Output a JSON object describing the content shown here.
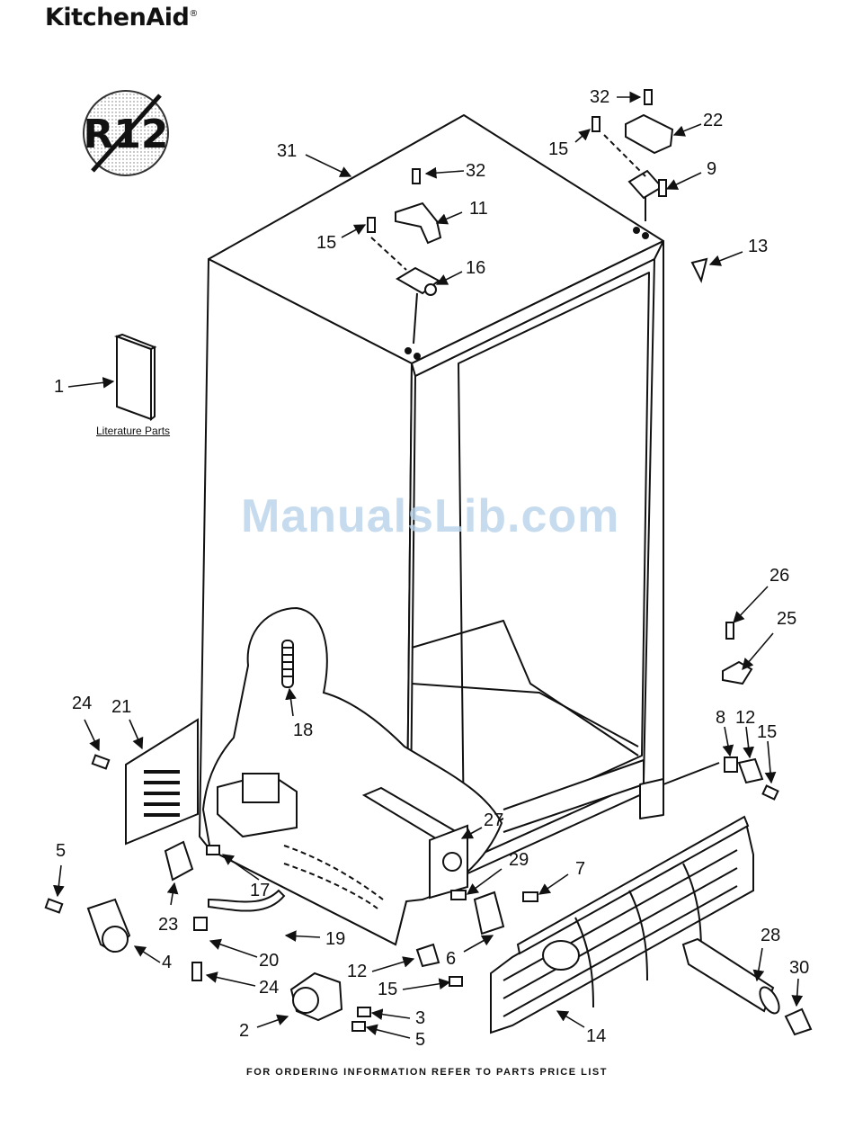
{
  "brand": {
    "name": "KitchenAid",
    "mark": "®"
  },
  "badge_text": "R12",
  "literature_label": "Literature Parts",
  "watermark": "ManualsLib.com",
  "footer": "FOR ORDERING INFORMATION REFER TO PARTS PRICE LIST",
  "callouts": [
    {
      "id": "32a",
      "text": "32"
    },
    {
      "id": "22",
      "text": "22"
    },
    {
      "id": "15a",
      "text": "15"
    },
    {
      "id": "9",
      "text": "9"
    },
    {
      "id": "31",
      "text": "31"
    },
    {
      "id": "32b",
      "text": "32"
    },
    {
      "id": "11",
      "text": "11"
    },
    {
      "id": "15b",
      "text": "15"
    },
    {
      "id": "16",
      "text": "16"
    },
    {
      "id": "13",
      "text": "13"
    },
    {
      "id": "1",
      "text": "1"
    },
    {
      "id": "26",
      "text": "26"
    },
    {
      "id": "25",
      "text": "25"
    },
    {
      "id": "24a",
      "text": "24"
    },
    {
      "id": "21",
      "text": "21"
    },
    {
      "id": "18",
      "text": "18"
    },
    {
      "id": "8",
      "text": "8"
    },
    {
      "id": "12a",
      "text": "12"
    },
    {
      "id": "15c",
      "text": "15"
    },
    {
      "id": "27",
      "text": "27"
    },
    {
      "id": "5a",
      "text": "5"
    },
    {
      "id": "29",
      "text": "29"
    },
    {
      "id": "7",
      "text": "7"
    },
    {
      "id": "17",
      "text": "17"
    },
    {
      "id": "28",
      "text": "28"
    },
    {
      "id": "23",
      "text": "23"
    },
    {
      "id": "19",
      "text": "19"
    },
    {
      "id": "6",
      "text": "6"
    },
    {
      "id": "30",
      "text": "30"
    },
    {
      "id": "4",
      "text": "4"
    },
    {
      "id": "20",
      "text": "20"
    },
    {
      "id": "12b",
      "text": "12"
    },
    {
      "id": "24b",
      "text": "24"
    },
    {
      "id": "15d",
      "text": "15"
    },
    {
      "id": "3",
      "text": "3"
    },
    {
      "id": "2",
      "text": "2"
    },
    {
      "id": "5b",
      "text": "5"
    },
    {
      "id": "14",
      "text": "14"
    }
  ]
}
